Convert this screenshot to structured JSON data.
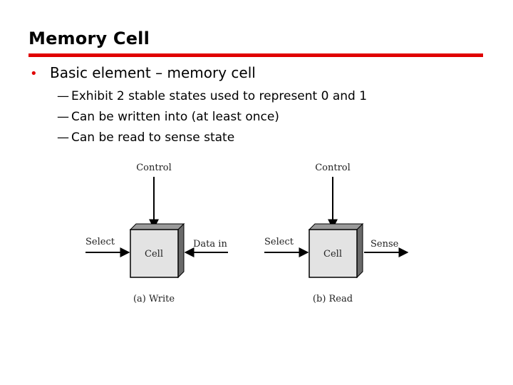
{
  "slide": {
    "title": "Memory Cell",
    "bullet": {
      "marker": "•",
      "text": "Basic element – memory cell"
    },
    "subbullets": [
      {
        "dash": "—",
        "text": "Exhibit 2 stable states used to represent 0 and 1"
      },
      {
        "dash": "—",
        "text": "Can be written into (at least once)"
      },
      {
        "dash": "—",
        "text": "Can be read to sense state"
      }
    ],
    "colors": {
      "accent": "#e00000",
      "cell_face": "#e3e3e3",
      "cell_side": "#6a6a6a"
    }
  },
  "figure": {
    "write": {
      "control": "Control",
      "select": "Select",
      "cell": "Cell",
      "data_in": "Data in",
      "caption": "(a) Write"
    },
    "read": {
      "control": "Control",
      "select": "Select",
      "cell": "Cell",
      "sense": "Sense",
      "caption": "(b) Read"
    }
  }
}
